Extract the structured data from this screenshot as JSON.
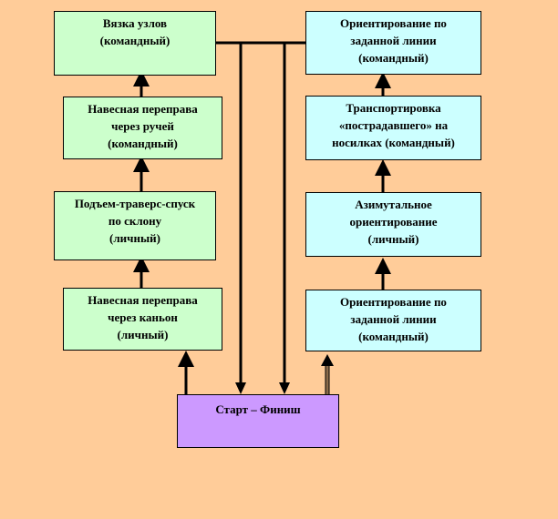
{
  "diagram": {
    "colors": {
      "background": "#FFCC99",
      "left_column": "#CCFFCC",
      "right_column": "#CCFFFF",
      "start_finish": "#CC99FF"
    },
    "left_column": [
      {
        "id": "knots",
        "text": "Вязка узлов\n(командный)"
      },
      {
        "id": "stream-crossing",
        "text": "Навесная переправа\nчерез ручей\n(командный)"
      },
      {
        "id": "slope",
        "text": "Подъем-траверс-спуск\nпо склону\n(личный)"
      },
      {
        "id": "canyon-crossing",
        "text": "Навесная переправа\nчерез каньон\n(личный)"
      }
    ],
    "right_column": [
      {
        "id": "orient-line-top",
        "text": "Ориентирование по\nзаданной линии\n(командный)"
      },
      {
        "id": "transport",
        "text": "Транспортировка\n«пострадавшего» на\nносилках (командный)"
      },
      {
        "id": "azimuth",
        "text": "Азимутальное\nориентирование\n(личный)"
      },
      {
        "id": "orient-line-bottom",
        "text": "Ориентирование по\nзаданной линии\n(командный)"
      }
    ],
    "start_finish": {
      "text": "Старт –  Финиш"
    }
  }
}
